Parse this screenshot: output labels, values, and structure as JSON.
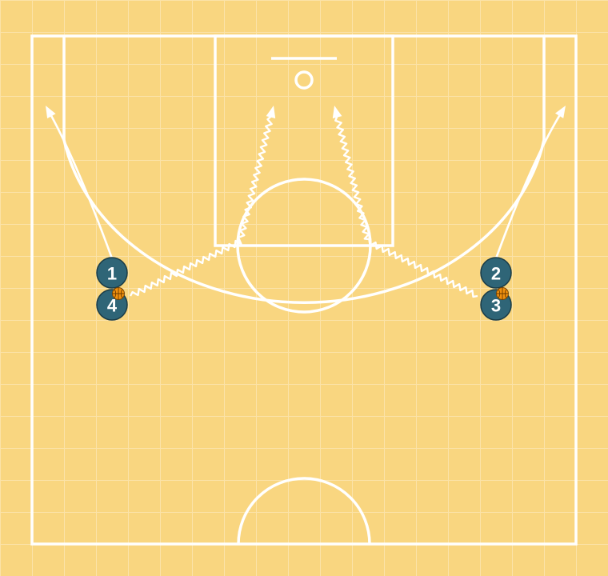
{
  "colors": {
    "court_background": "#f9d680",
    "grid_line": "#fbe3a8",
    "court_line": "#ffffff",
    "player_fill": "#2f6577",
    "player_text": "#ffffff",
    "ball_fill": "#f0900e"
  },
  "court": {
    "type": "half-court",
    "grid": true
  },
  "players": [
    {
      "label": "1",
      "has_ball": false
    },
    {
      "label": "2",
      "has_ball": false
    },
    {
      "label": "4",
      "has_ball": true
    },
    {
      "label": "3",
      "has_ball": true
    }
  ],
  "actions": [
    {
      "type": "cut",
      "from_player": "1",
      "arrow": true
    },
    {
      "type": "cut",
      "from_player": "2",
      "arrow": true
    },
    {
      "type": "dribble",
      "from_player": "4",
      "arrow": true
    },
    {
      "type": "dribble",
      "from_player": "3",
      "arrow": true
    }
  ]
}
